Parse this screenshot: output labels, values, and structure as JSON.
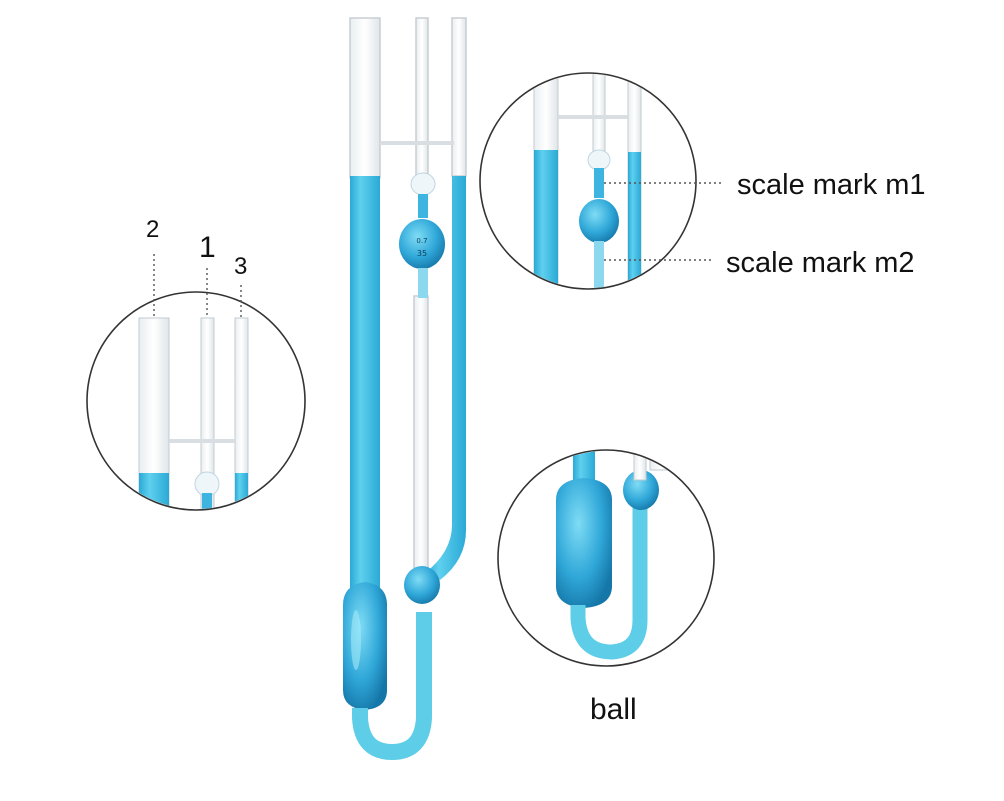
{
  "colors": {
    "liquid": "#3fc0e2",
    "liquid_dark": "#1c8fc0",
    "glass": "#c8ced3",
    "line": "#555555",
    "circle": "#333333",
    "text": "#111111"
  },
  "labels": {
    "tube_2": "2",
    "tube_1": "1",
    "tube_3": "3",
    "scale_mark_m1": "scale mark m1",
    "scale_mark_m2": "scale mark m2",
    "ball": "ball",
    "bulb_text_top": "0.7",
    "bulb_text_bottom": "35"
  }
}
